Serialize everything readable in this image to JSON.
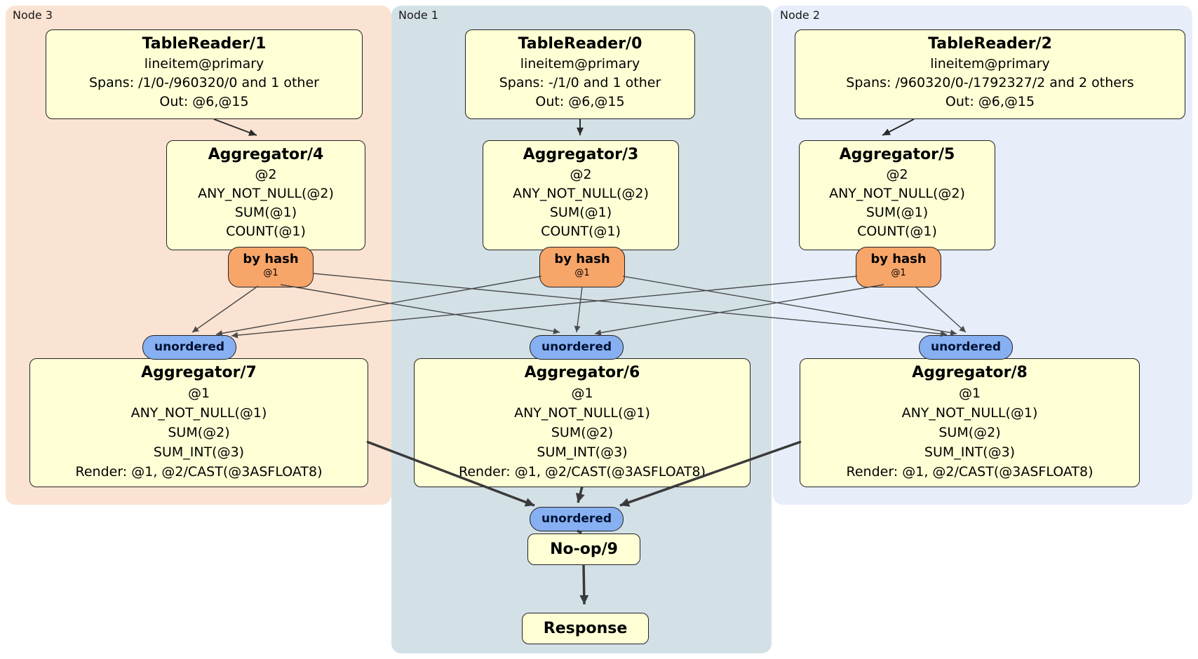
{
  "groups": {
    "node3": {
      "label": "Node 3"
    },
    "node1": {
      "label": "Node 1"
    },
    "node2": {
      "label": "Node 2"
    }
  },
  "processors": {
    "tr1": {
      "title": "TableReader/1",
      "lines": [
        "lineitem@primary",
        "Spans: /1/0-/960320/0 and 1 other",
        "Out: @6,@15"
      ]
    },
    "tr0": {
      "title": "TableReader/0",
      "lines": [
        "lineitem@primary",
        "Spans: -/1/0 and 1 other",
        "Out: @6,@15"
      ]
    },
    "tr2": {
      "title": "TableReader/2",
      "lines": [
        "lineitem@primary",
        "Spans: /960320/0-/1792327/2 and 2 others",
        "Out: @6,@15"
      ]
    },
    "agg4": {
      "title": "Aggregator/4",
      "lines": [
        "@2",
        "ANY_NOT_NULL(@2)",
        "SUM(@1)",
        "COUNT(@1)"
      ]
    },
    "agg3": {
      "title": "Aggregator/3",
      "lines": [
        "@2",
        "ANY_NOT_NULL(@2)",
        "SUM(@1)",
        "COUNT(@1)"
      ]
    },
    "agg5": {
      "title": "Aggregator/5",
      "lines": [
        "@2",
        "ANY_NOT_NULL(@2)",
        "SUM(@1)",
        "COUNT(@1)"
      ]
    },
    "agg7": {
      "title": "Aggregator/7",
      "lines": [
        "@1",
        "ANY_NOT_NULL(@1)",
        "SUM(@2)",
        "SUM_INT(@3)",
        "Render: @1, @2/CAST(@3ASFLOAT8)"
      ]
    },
    "agg6": {
      "title": "Aggregator/6",
      "lines": [
        "@1",
        "ANY_NOT_NULL(@1)",
        "SUM(@2)",
        "SUM_INT(@3)",
        "Render: @1, @2/CAST(@3ASFLOAT8)"
      ]
    },
    "agg8": {
      "title": "Aggregator/8",
      "lines": [
        "@1",
        "ANY_NOT_NULL(@1)",
        "SUM(@2)",
        "SUM_INT(@3)",
        "Render: @1, @2/CAST(@3ASFLOAT8)"
      ]
    },
    "noop": {
      "title": "No-op/9"
    },
    "response": {
      "title": "Response"
    }
  },
  "routers": {
    "by_hash": {
      "label": "by hash",
      "detail": "@1"
    }
  },
  "streams": {
    "unordered": {
      "label": "unordered"
    }
  },
  "colors": {
    "node3_bg": "#fbe3d3",
    "node1_bg": "#d3e1e7",
    "node2_bg": "#e7eefa",
    "processor_bg": "#ffffd6",
    "router_bg": "#f7a569",
    "stream_bg": "#86b0f1",
    "edge_thin": "#4a4a4a",
    "edge_thick": "#3a3a3a"
  }
}
